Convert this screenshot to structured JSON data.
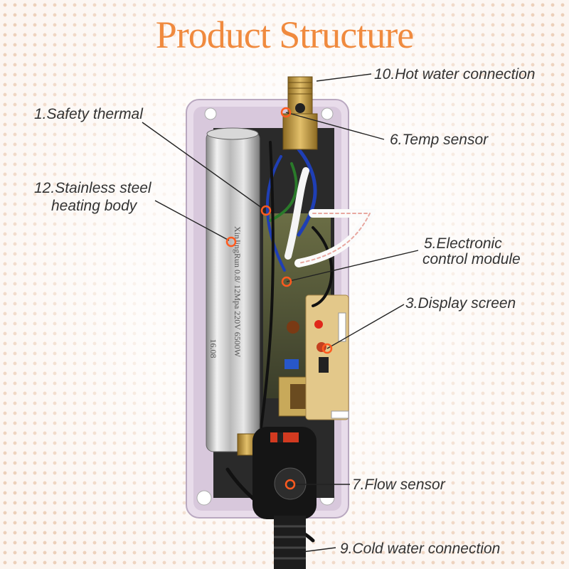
{
  "title": "Product Structure",
  "labels": {
    "hot_water_connection": "10.Hot water connection",
    "safety_thermal": "1.Safety thermal",
    "temp_sensor": "6.Temp sensor",
    "heating_body_line1": "12.Stainless steel",
    "heating_body_line2": "heating body",
    "control_module_line1": "5.Electronic",
    "control_module_line2": "control module",
    "display_screen": "3.Display screen",
    "flow_sensor": "7.Flow sensor",
    "cold_water_connection": "9.Cold water connection"
  },
  "heater_print": "XinJingRun 0.8/ 12Mpa 220V 6500W",
  "heater_mark": "16.08",
  "colors": {
    "title": "#f08a3e",
    "marker": "#ff5a1f",
    "casing": "#e4d6e8",
    "brass": "#c9a24a"
  }
}
